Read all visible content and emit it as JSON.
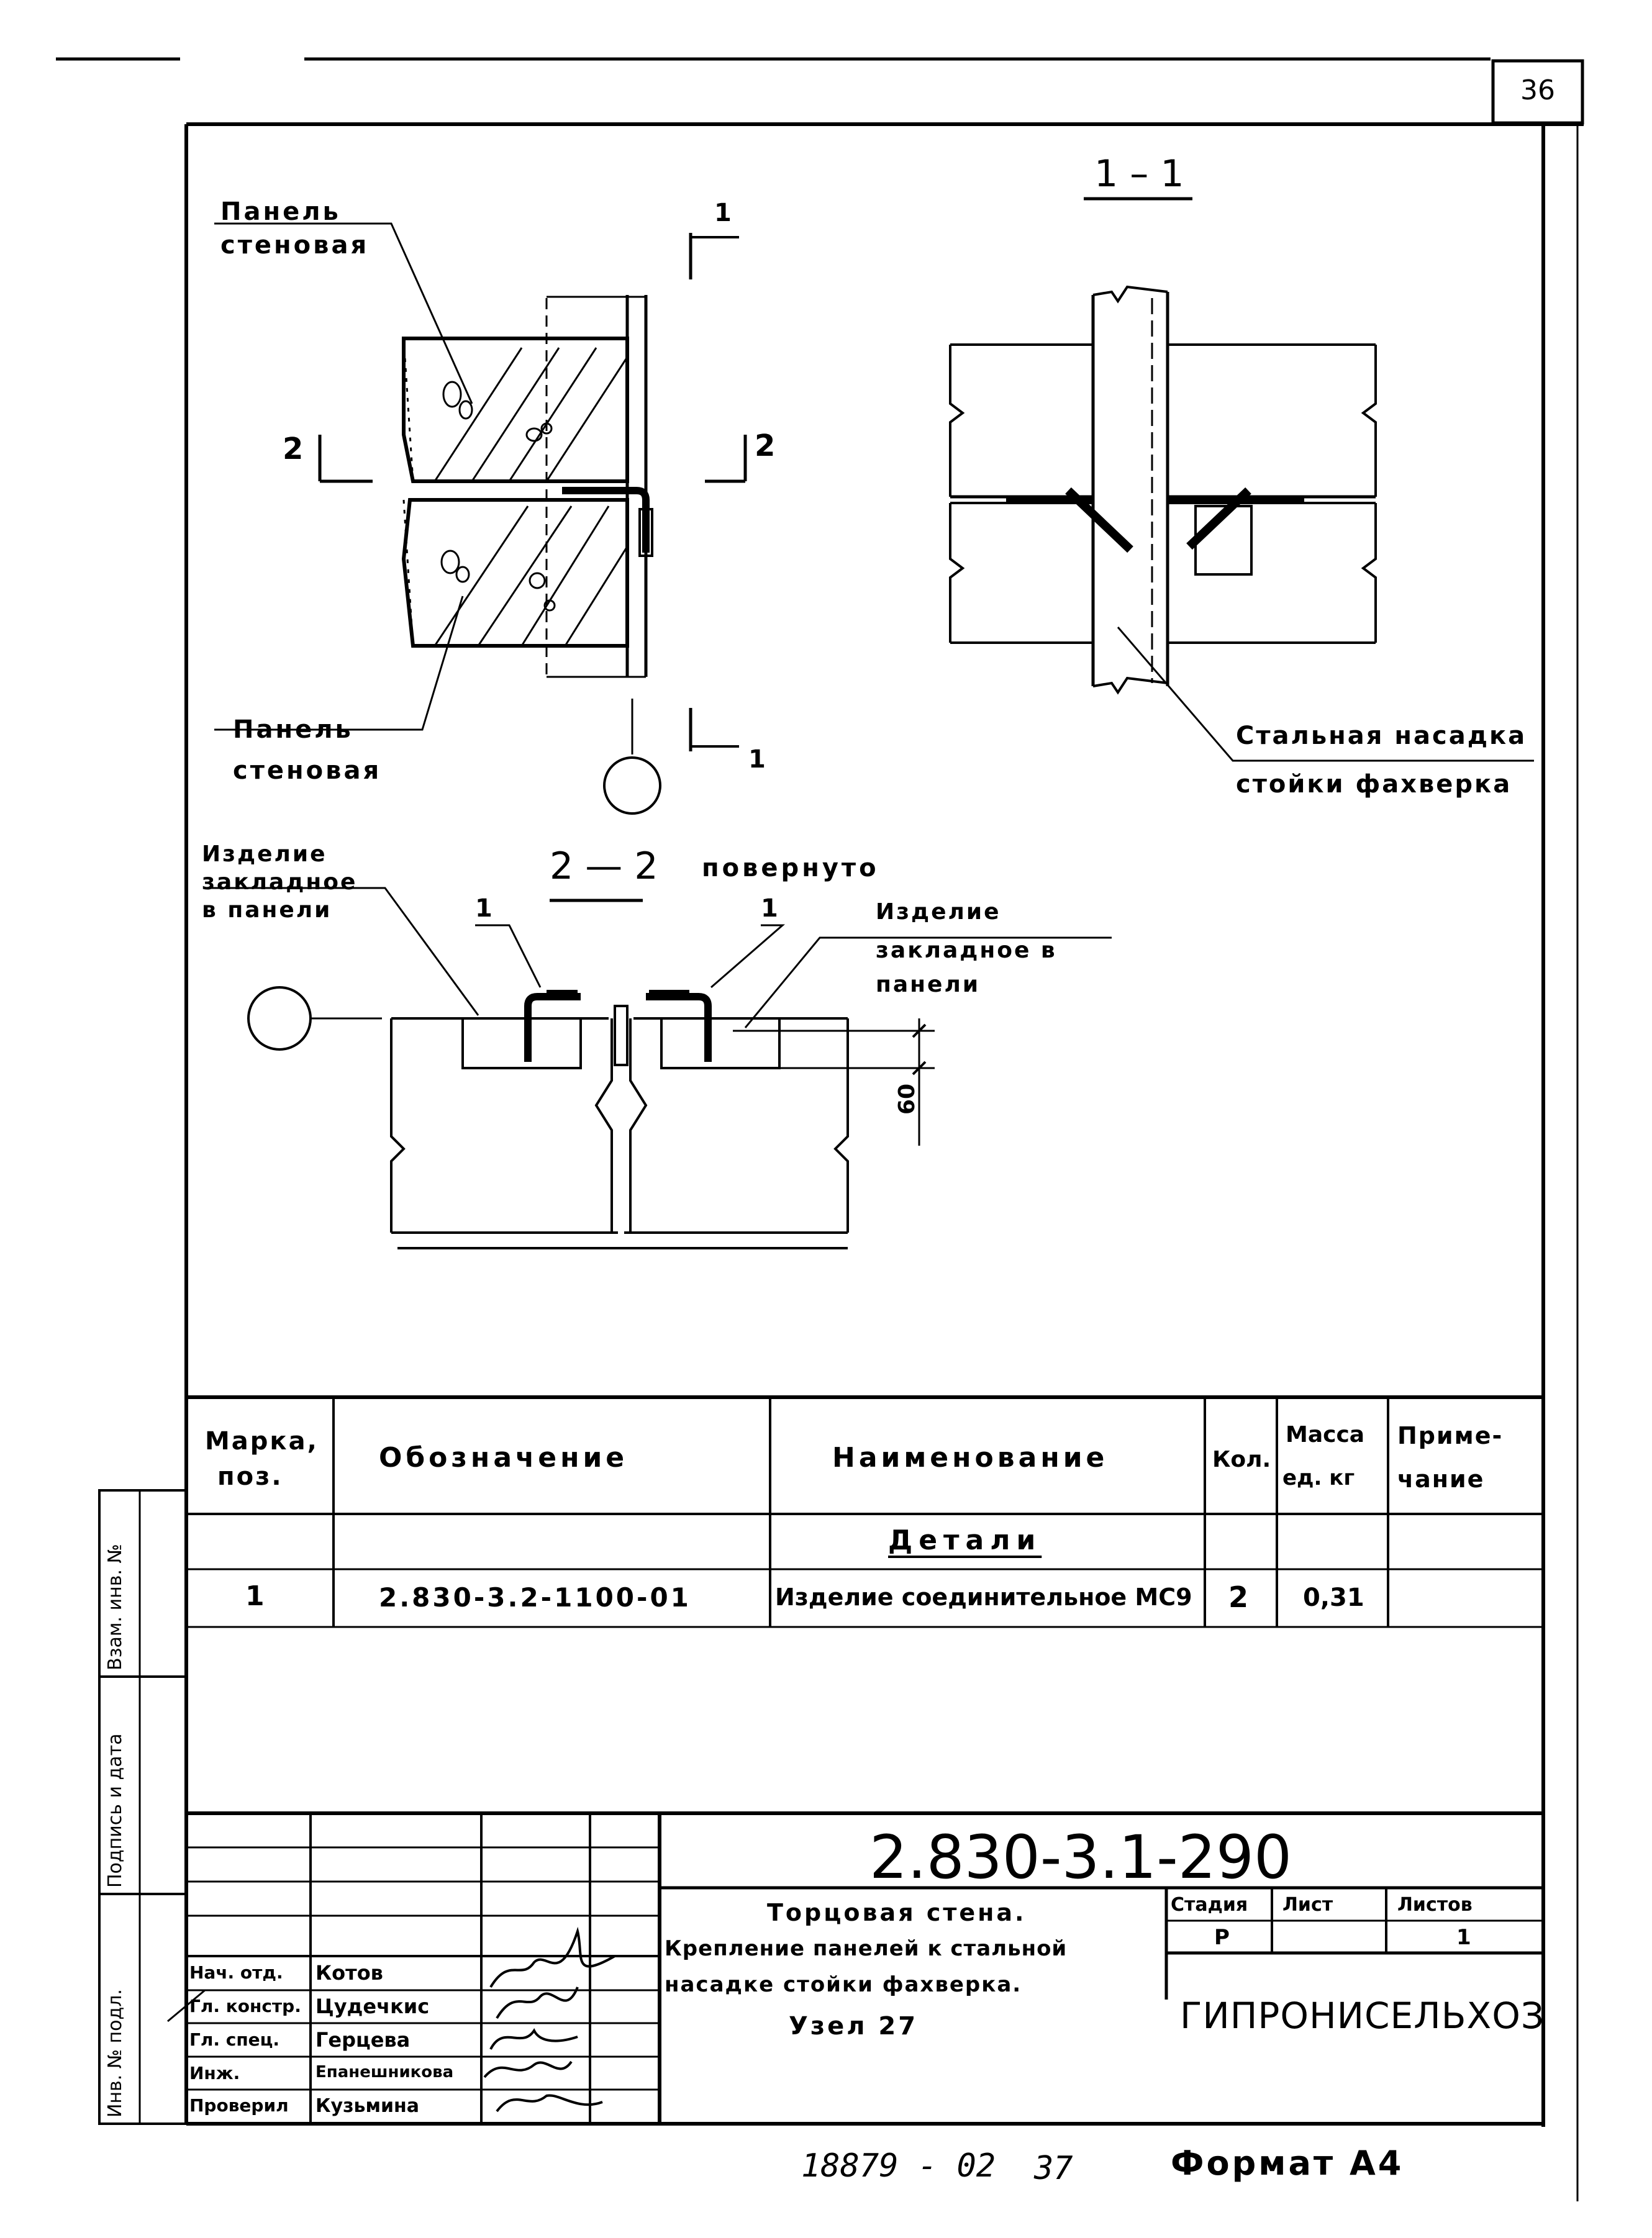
{
  "sheet": {
    "page_number": "36",
    "format_note": "Формат А4",
    "handwritten_note_1": "18879 - 02",
    "handwritten_note_2": "37"
  },
  "drawing": {
    "label_panel_top_1": "Панель",
    "label_panel_top_2": "стеновая",
    "label_panel_bottom_1": "Панель",
    "label_panel_bottom_2": "стеновая",
    "section_11_title": "1 – 1",
    "section_22_title": "2 — 2",
    "section_22_rotated": "повернуто",
    "cut_mark_1_top": "1",
    "cut_mark_1_bottom": "1",
    "cut_mark_2_left": "2",
    "cut_mark_2_right": "2",
    "steel_note_1": "Стальная насадка",
    "steel_note_2": "стойки фахверка",
    "embed_left_1": "Изделие",
    "embed_left_2": "закладное",
    "embed_left_3": "в панели",
    "embed_right_1": "Изделие",
    "embed_right_2": "закладное в",
    "embed_right_3": "панели",
    "pos_1_left": "1",
    "pos_1_right": "1",
    "dim_60": "60"
  },
  "spec_table": {
    "headers": {
      "mark_1": "Марка,",
      "mark_2": "поз.",
      "designation": "Обозначение",
      "name": "Наименование",
      "qty": "Кол.",
      "mass_1": "Масса",
      "mass_2": "ед. кг",
      "note_1": "Приме-",
      "note_2": "чание"
    },
    "section_title": "Детали",
    "rows": [
      {
        "pos": "1",
        "designation": "2.830-3.2-1100-01",
        "name": "Изделие соединительное МС9",
        "qty": "2",
        "mass": "0,31",
        "note": ""
      }
    ]
  },
  "side_stamp": {
    "field_1": "Взам. инв. №",
    "field_2": "Подпись и дата",
    "field_3": "Инв. № подл."
  },
  "title_block": {
    "doc_code": "2.830-3.1-290",
    "title_line_1": "Торцовая стена.",
    "title_line_2": "Крепление панелей к стальной",
    "title_line_3": "насадке стойки фахверка.",
    "title_line_4": "Узел 27",
    "stage_label": "Стадия",
    "stage_value": "Р",
    "sheet_label": "Лист",
    "sheet_value": "",
    "sheets_label": "Листов",
    "sheets_value": "1",
    "organization": "ГИПРОНИСЕЛЬХОЗ",
    "staff": [
      {
        "role": "Нач. отд.",
        "name": "Котов"
      },
      {
        "role": "Гл. констр.",
        "name": "Цудечкис"
      },
      {
        "role": "Гл. спец.",
        "name": "Герцева"
      },
      {
        "role": "Инж.",
        "name": "Епанешникова"
      },
      {
        "role": "Проверил",
        "name": "Кузьмина"
      }
    ]
  }
}
